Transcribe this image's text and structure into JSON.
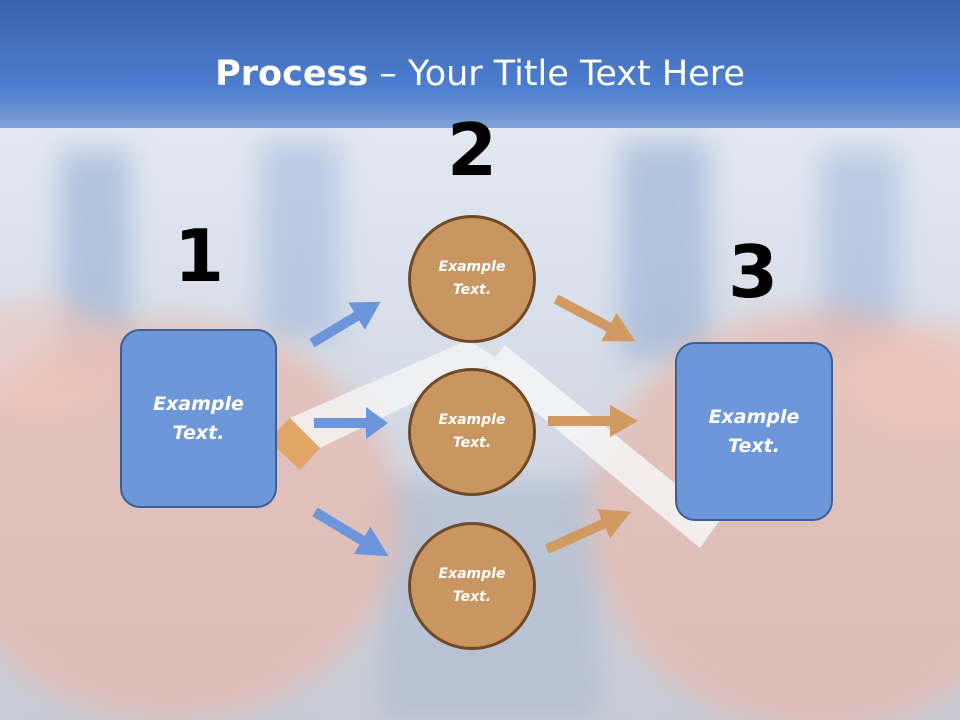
{
  "title": {
    "bold": "Process",
    "rest": " – Your Title Text Here"
  },
  "steps": {
    "one": "1",
    "two": "2",
    "three": "3"
  },
  "left_box": {
    "line1": "Example",
    "line2": "Text."
  },
  "right_box": {
    "line1": "Example",
    "line2": "Text."
  },
  "circles": [
    {
      "line1": "Example",
      "line2": "Text."
    },
    {
      "line1": "Example",
      "line2": "Text."
    },
    {
      "line1": "Example",
      "line2": "Text."
    }
  ],
  "colors": {
    "title_band": "#3f6bb8",
    "box_fill": "#6d97d8",
    "circle_fill": "#c99561",
    "arrow_blue": "#6c96db",
    "arrow_orange": "#d19a62"
  }
}
